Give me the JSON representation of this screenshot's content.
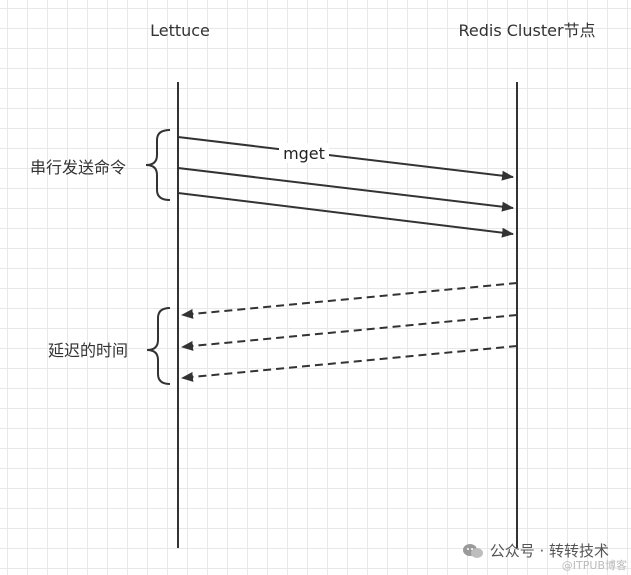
{
  "participants": {
    "left": "Lettuce",
    "right": "Redis Cluster节点"
  },
  "messages": {
    "request_label": "mget"
  },
  "braces": {
    "send": "串行发送命令",
    "delay": "延迟的时间"
  },
  "watermark": {
    "text": "公众号 · 转转技术",
    "sub": "@ITPUB博客"
  },
  "colors": {
    "line": "#333333",
    "grid": "#e8e8e8"
  },
  "icons": {
    "watermark_logo": "wechat-icon"
  }
}
